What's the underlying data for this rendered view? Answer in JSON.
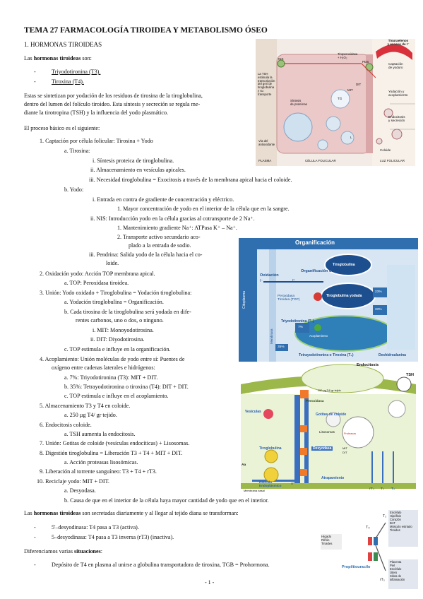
{
  "title": "TEMA 27 FARMACOLOGÍA TIROIDEA Y METABOLISMO ÓSEO",
  "section1": "1. HORMONAS TIROIDEAS",
  "intro": {
    "pre": "Las ",
    "bold": "hormonas tiroideas",
    "post": " son:"
  },
  "hormones": [
    "Triyodotironina (T3).",
    "Tiroxina (T4)."
  ],
  "synth": [
    "Estas se sintetizan por yodación de los residuos de tirosina de la tiroglobulina,",
    "dentro del lumen del folículo tiroideo. Esta síntesis y secreción se regula me-",
    "diante la tirotropina (TSH) y la influencia del yodo plasmático."
  ],
  "process_intro": "El proceso básico es el siguiente:",
  "steps": [
    {
      "id": "s1",
      "text": "1.   Captación por célula folicular: Tirosina + Yodo"
    },
    {
      "id": "s1a",
      "text": "a.   Tirosina:"
    },
    {
      "id": "s1ai",
      "text": "i.   Síntesis proteica de tiroglobulina."
    },
    {
      "id": "s1aii",
      "text": "ii.   Almacenamiento en vesículas apicales."
    },
    {
      "id": "s1aiii",
      "text": "iii.   Necesidad tiroglobulina = Exocitosis a través de la membrana apical hacia el coloide."
    },
    {
      "id": "s1b",
      "text": "b.   Yodo:"
    },
    {
      "id": "s1bi",
      "text": "i.   Entrada en contra de gradiente de concentración y eléctrico."
    },
    {
      "id": "s1bi1",
      "text": "1.   Mayor concentración de yodo en el interior de la célula que en la sangre."
    },
    {
      "id": "s1bii",
      "text": "ii.   NIS: Introducción yodo en la célula gracias al cotransporte de 2 Na⁺."
    },
    {
      "id": "s1bii1",
      "text": "1.   Mantenimiento gradiente Na⁺: ATPasa K⁺ – Na⁺."
    },
    {
      "id": "s1bii2a",
      "text": "2.   Transporte activo secundario aco-"
    },
    {
      "id": "s1bii2b",
      "text": "plado a la entrada de sodio."
    },
    {
      "id": "s1biiia",
      "text": "iii.   Pendrina: Salida yodo de la célula hacia el co-"
    },
    {
      "id": "s1biiib",
      "text": "loide."
    },
    {
      "id": "s2",
      "text": "2.   Oxidación yodo: Acción TOP membrana apical."
    },
    {
      "id": "s2a",
      "text": "a.   TOP: Peroxidasa tiroidea."
    },
    {
      "id": "s3",
      "text": "3.   Unión: Yodo oxidado + Tiroglobulina = Yodación tiroglobulina:"
    },
    {
      "id": "s3a",
      "text": "a.   Yodación tiroglobulina = Organificación."
    },
    {
      "id": "s3b1",
      "text": "b.   Cada tirosina de la tiroglobulina será yodada en dife-"
    },
    {
      "id": "s3b2",
      "text": "rentes carbonos, uno o dos, o ninguno."
    },
    {
      "id": "s3bi",
      "text": "i.   MIT: Monoyodotirosina."
    },
    {
      "id": "s3bii",
      "text": "ii.   DIT: Diyodotirosina."
    },
    {
      "id": "s3c",
      "text": "c.   TOP estimula e influye en la organificación."
    },
    {
      "id": "s4a",
      "text": "4.   Acoplamiento: Unión moléculas de yodo entre sí: Puentes de"
    },
    {
      "id": "s4b",
      "text": "oxígeno entre cadenas laterales e hidrógenos:"
    },
    {
      "id": "s4aa",
      "text": "a.   7%: Triyodotironina (T3): MIT + DIT."
    },
    {
      "id": "s4bb",
      "text": "b.   35%: Tetrayodotironina o tiroxina (T4): DIT + DIT."
    },
    {
      "id": "s4c",
      "text": "c.   TOP estimula e influye en el acoplamiento."
    },
    {
      "id": "s5",
      "text": "5.   Almacenamiento T3 y T4 en coloide."
    },
    {
      "id": "s5a",
      "text": "a.   250 µg T4/ gr tejido."
    },
    {
      "id": "s6",
      "text": "6.   Endocitosis coloide."
    },
    {
      "id": "s6a",
      "text": "a.   TSH aumenta la endocitosis."
    },
    {
      "id": "s7",
      "text": "7.   Unión: Gotitas de coloide (vesículas endocíticas) + Lisosomas."
    },
    {
      "id": "s8",
      "text": "8.   Digestión tiroglobulina = Liberación T3 + T4 + MIT + DIT."
    },
    {
      "id": "s8a",
      "text": "a.   Acción proteasas lisosómicas."
    },
    {
      "id": "s9",
      "text": "9.   Liberación al torrente sanguíneo: T3 + T4 + rT3."
    },
    {
      "id": "s10",
      "text": "10.   Reciclaje yodo: MIT + DIT."
    },
    {
      "id": "s10a",
      "text": "a.   Desyodasa."
    },
    {
      "id": "s10b",
      "text": "b.   Causa de que en el interior de la célula haya mayor cantidad de yodo que en el interior."
    }
  ],
  "secreted": {
    "pre": "Las ",
    "bold": "hormonas tiroideas",
    "post": " son secretadas diariamente y al llegar al tejido diana se transforman:"
  },
  "deiodinases": [
    "5'–desyodinasa: T4 pasa a T3 (activa).",
    "5–desyodinasa: T4 pasa a T3 inversa (rT3) (inactiva)."
  ],
  "situations_intro": {
    "pre": "Diferenciamos varias ",
    "bold": "situaciones",
    "post": ":"
  },
  "situations": [
    "Depósito de T4 en plasma al unirse a globulina transportadora de tiroxina, TGB = Prohormona."
  ],
  "page_number": "- 1 -",
  "figure1": {
    "labels": {
      "tiouracil": "Tiouraelenos\ny exceso de I⁻",
      "captacion": "Captación\nde yoduro",
      "yodacion": "Yodación y\nacoplamiento",
      "endocitosis": "Endocitosis\ny secreción",
      "tsh_note": "La TSH\nestimula la\ntranscripción\ndel gen de\ntiroglobulina\ny su\ntransporte",
      "via_antioxidante": "Vía del\nantioxidante",
      "sintesis": "Síntesis\nde proteínas",
      "peroxidase": "Tiroperoxidasa\n+ H₂O₂",
      "plasma": "PLASMA",
      "celula": "CÉLULA FOLICULAR",
      "luz": "LUZ FOLICULAR",
      "coloide": "Coloide",
      "nis": "NIS",
      "pds": "PDS",
      "mit": "MIT",
      "dit": "DIT",
      "tg": "TG",
      "l": "L"
    }
  },
  "figure2": {
    "title": "Organificación",
    "labels": {
      "oxidacion": "Oxidación",
      "organif": "Organificación de I⁰",
      "top": "Peroxidasa\nTiroidea (TOP)",
      "tiroglobulina": "Tiroglobulina",
      "tiro_yodada": "Tiroglobulina yodada",
      "triyodo": "Triyodotironina (T₃)",
      "tetra": "Tetrayodotironina o Tiroxina (T₄)",
      "deshidro": "Deshidroalanina",
      "acoplamiento": "Acoplamiento",
      "citoplasma": "Citoplasma",
      "membrana": "Membrana",
      "p23": "23%",
      "p33": "33%",
      "p7": "7%",
      "p35": "35%",
      "iminus": "I⁻",
      "izero": "I⁰"
    }
  },
  "figure3": {
    "labels": {
      "endocitosis": "Endocitosis",
      "tsh": "TSH",
      "peroxidasa": "Peroxidasa",
      "t4g": "250 µg T4/ gr tejido",
      "vesiculas": "Vesículas",
      "gotitas": "Gotitas de coloide",
      "lisosomas": "Lisosomas",
      "proteasas": "Proteasas",
      "tiroglobulina": "Tiroglobulina",
      "desyodasa": "Desyodasa",
      "reticulo": "Retículo\nEndoplásmico",
      "atrapamiento": "Atrapamiento",
      "membrana_basal": "Membrana basal",
      "aa": "Aa",
      "iminus": "I⁻",
      "t3": "T₃",
      "t4": "T₄",
      "rt3": "rT₃",
      "mit": "MIT",
      "dit": "DIT"
    }
  },
  "figure4": {
    "labels": {
      "propil": "Propiltiouracilo",
      "higado": "Hígado\nRiñón\nTiroides",
      "t4": "T₄",
      "t3": "T₃",
      "rt3": "rT₃",
      "top_box": "Encéfalo\nHipófisis\nCorazón\nBAT\nMúsculo estriado\nTiroides",
      "bottom_box": "Placenta\nPiel\nEncéfalo\nÚtero\nSitios de\ninflamación"
    }
  }
}
